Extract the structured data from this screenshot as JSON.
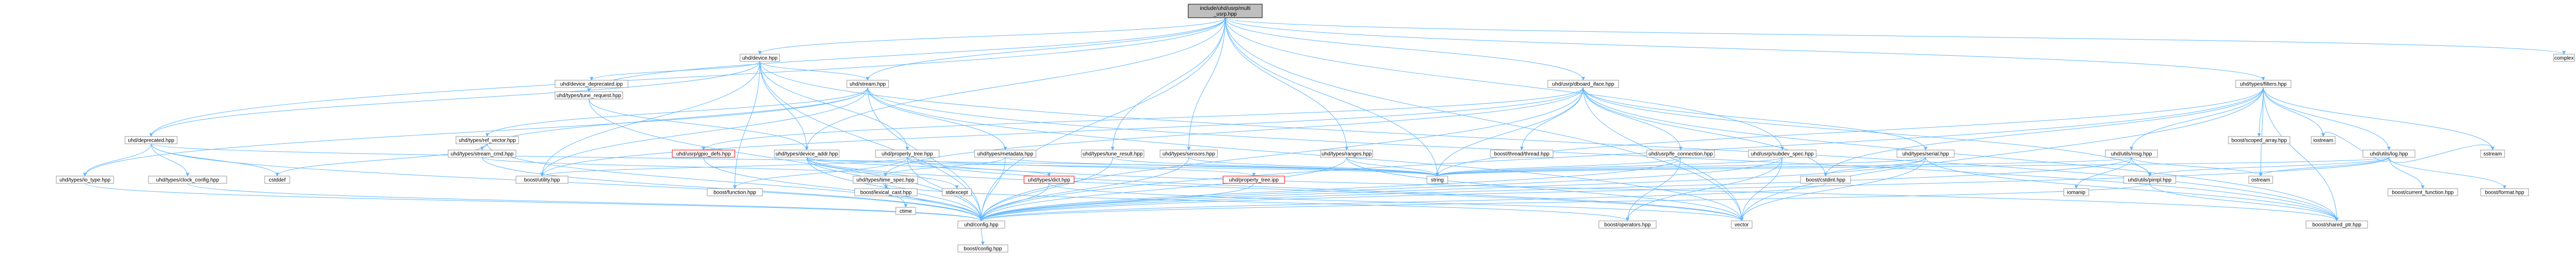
{
  "diagram": {
    "type": "include-dependency-graph",
    "colors": {
      "edge": "#63b8ff",
      "node_border": "#999999",
      "root_fill": "#bfbfbf",
      "missing_border": "#ff0000"
    },
    "nodes": [
      {
        "id": "root",
        "lines": [
          "include/uhd/usrp/multi",
          "_usrp.hpp"
        ],
        "style": "root"
      },
      {
        "id": "device",
        "lines": [
          "uhd/device.hpp"
        ]
      },
      {
        "id": "deprecated",
        "lines": [
          "uhd/deprecated.hpp"
        ]
      },
      {
        "id": "device_deprecated",
        "lines": [
          "uhd/device_deprecated.ipp"
        ]
      },
      {
        "id": "tune_request",
        "lines": [
          "uhd/types/tune_request.hpp"
        ]
      },
      {
        "id": "stream",
        "lines": [
          "uhd/stream.hpp"
        ]
      },
      {
        "id": "dboard_iface",
        "lines": [
          "uhd/usrp/dboard_iface.hpp"
        ]
      },
      {
        "id": "filters",
        "lines": [
          "uhd/types/filters.hpp"
        ]
      },
      {
        "id": "complex",
        "lines": [
          "complex"
        ]
      },
      {
        "id": "to_type",
        "lines": [
          "uhd/types/io_type.hpp"
        ]
      },
      {
        "id": "clock_config",
        "lines": [
          "uhd/types/clock_config.hpp"
        ]
      },
      {
        "id": "ref_vector",
        "lines": [
          "uhd/types/ref_vector.hpp"
        ]
      },
      {
        "id": "cstddef",
        "lines": [
          "cstddef"
        ]
      },
      {
        "id": "stream_cmd",
        "lines": [
          "uhd/types/stream_cmd.hpp"
        ]
      },
      {
        "id": "gpio_defs",
        "lines": [
          "uhd/usrp/gpio_defs.hpp"
        ],
        "style": "missing"
      },
      {
        "id": "device_addr",
        "lines": [
          "uhd/types/device_addr.hpp"
        ]
      },
      {
        "id": "property_tree",
        "lines": [
          "uhd/property_tree.hpp"
        ]
      },
      {
        "id": "metadata",
        "lines": [
          "uhd/types/metadata.hpp"
        ]
      },
      {
        "id": "tune_result",
        "lines": [
          "uhd/types/tune_result.hpp"
        ]
      },
      {
        "id": "sensors",
        "lines": [
          "uhd/types/sensors.hpp"
        ]
      },
      {
        "id": "ranges",
        "lines": [
          "uhd/types/ranges.hpp"
        ]
      },
      {
        "id": "thread",
        "lines": [
          "boost/thread/thread.hpp"
        ]
      },
      {
        "id": "fe_connection",
        "lines": [
          "uhd/usrp/fe_connection.hpp"
        ]
      },
      {
        "id": "subdev_spec",
        "lines": [
          "uhd/usrp/subdev_spec.hpp"
        ]
      },
      {
        "id": "serial",
        "lines": [
          "uhd/types/serial.hpp"
        ]
      },
      {
        "id": "msg",
        "lines": [
          "uhd/utils/msg.hpp"
        ]
      },
      {
        "id": "scoped_array",
        "lines": [
          "boost/scoped_array.hpp"
        ]
      },
      {
        "id": "iostream",
        "lines": [
          "iostream"
        ]
      },
      {
        "id": "log",
        "lines": [
          "uhd/utils/log.hpp"
        ]
      },
      {
        "id": "sstream",
        "lines": [
          "sstream"
        ]
      },
      {
        "id": "utility",
        "lines": [
          "boost/utility.hpp"
        ]
      },
      {
        "id": "lexical_cast",
        "lines": [
          "boost/lexical_cast.hpp"
        ]
      },
      {
        "id": "function",
        "lines": [
          "boost/function.hpp"
        ]
      },
      {
        "id": "stdexcept",
        "lines": [
          "stdexcept"
        ]
      },
      {
        "id": "time_spec",
        "lines": [
          "uhd/types/time_spec.hpp"
        ]
      },
      {
        "id": "dict",
        "lines": [
          "uhd/types/dict.hpp"
        ],
        "style": "missing"
      },
      {
        "id": "property_tree_ipp",
        "lines": [
          "uhd/property_tree.ipp"
        ],
        "style": "missing"
      },
      {
        "id": "string",
        "lines": [
          "string"
        ]
      },
      {
        "id": "cstdint",
        "lines": [
          "boost/cstdint.hpp"
        ]
      },
      {
        "id": "ostream",
        "lines": [
          "ostream"
        ]
      },
      {
        "id": "pimpl",
        "lines": [
          "uhd/utils/pimpl.hpp"
        ]
      },
      {
        "id": "current_function",
        "lines": [
          "boost/current_function.hpp"
        ]
      },
      {
        "id": "format",
        "lines": [
          "boost/format.hpp"
        ]
      },
      {
        "id": "iomanip",
        "lines": [
          "iomanip"
        ]
      },
      {
        "id": "ctime",
        "lines": [
          "ctime"
        ]
      },
      {
        "id": "config",
        "lines": [
          "uhd/config.hpp"
        ]
      },
      {
        "id": "operators",
        "lines": [
          "boost/operators.hpp"
        ]
      },
      {
        "id": "vector",
        "lines": [
          "vector"
        ]
      },
      {
        "id": "shared_ptr",
        "lines": [
          "boost/shared_ptr.hpp"
        ]
      },
      {
        "id": "boost_config",
        "lines": [
          "boost/config.hpp"
        ]
      }
    ]
  }
}
